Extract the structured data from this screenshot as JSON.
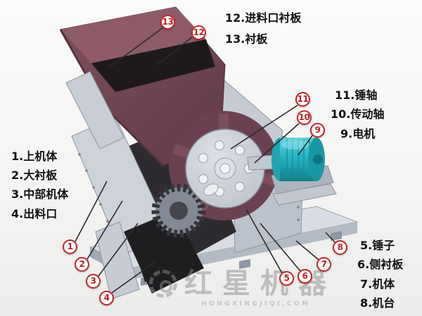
{
  "labels": {
    "top": [
      {
        "callout": "12",
        "text": "12.进料口衬板"
      },
      {
        "callout": "13",
        "text": "13.衬板"
      }
    ],
    "right_upper": [
      {
        "callout": "11",
        "text": "11.锤轴"
      },
      {
        "callout": "10",
        "text": "10.传动轴"
      },
      {
        "callout": "9",
        "text": "9.电机"
      }
    ],
    "left": [
      {
        "callout": "1",
        "text": "1.上机体"
      },
      {
        "callout": "2",
        "text": "2.大衬板"
      },
      {
        "callout": "3",
        "text": "3.中部机体"
      },
      {
        "callout": "4",
        "text": "4.出料口"
      }
    ],
    "right_lower": [
      {
        "callout": "5",
        "text": "5.锤子"
      },
      {
        "callout": "6",
        "text": "6.侧衬板"
      },
      {
        "callout": "7",
        "text": "7.机体"
      },
      {
        "callout": "8",
        "text": "8.机台"
      }
    ]
  },
  "callouts": {
    "c1": "1",
    "c2": "2",
    "c3": "3",
    "c4": "4",
    "c5": "5",
    "c6": "6",
    "c7": "7",
    "c8": "8",
    "c9": "9",
    "c10": "10",
    "c11": "11",
    "c12": "12",
    "c13": "13"
  },
  "watermark": {
    "brand": "红星机器",
    "subtext": "HONGXINGJIQI.COM"
  },
  "colors": {
    "callout_red": "#c3272b",
    "hopper_maroon": "#734653",
    "motor_teal": "#27b8c6",
    "body_grey": "#c9cdd5",
    "interior_dark": "#2d2b2f",
    "background": "#f4f4f2"
  }
}
